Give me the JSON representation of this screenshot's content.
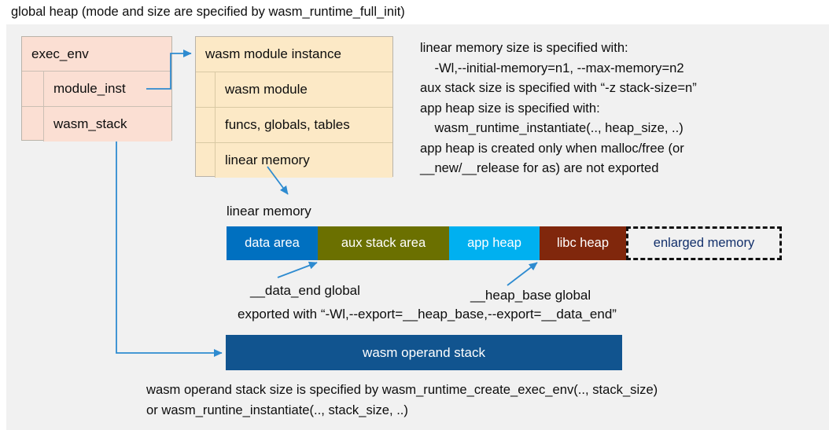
{
  "caption": "global heap (mode and size are specified by wasm_runtime_full_init)",
  "colors": {
    "panel_bg": "#f1f1f1",
    "exec_env_fill": "#fbdfd3",
    "module_instance_fill": "#fce9c6",
    "data_area": "#0070c0",
    "aux_stack_area": "#6b7000",
    "app_heap": "#00b0f0",
    "libc_heap": "#80270c",
    "enlarged_memory_text": "#13306b",
    "operand_stack": "#11548f",
    "connector": "#2e8bd0"
  },
  "exec_env": {
    "title": "exec_env",
    "fields": [
      "module_inst",
      "wasm_stack"
    ]
  },
  "module_instance": {
    "title": "wasm module instance",
    "fields": [
      "wasm module",
      "funcs, globals, tables",
      "linear memory"
    ]
  },
  "notes": {
    "right_block": "linear memory size is specified with:\n    -Wl,--initial-memory=n1, --max-memory=n2\naux stack size is specified with “-z stack-size=n”\napp heap size is specified with:\n    wasm_runtime_instantiate(.., heap_size, ..)\napp heap is created only when malloc/free (or\n__new/__release for as) are not exported"
  },
  "linear_memory": {
    "label": "linear memory",
    "segments": [
      {
        "label": "data area",
        "color": "#0070c0",
        "width": 116
      },
      {
        "label": "aux stack area",
        "color": "#6b7000",
        "width": 167
      },
      {
        "label": "app heap",
        "color": "#00b0f0",
        "width": 115
      },
      {
        "label": "libc heap",
        "color": "#80270c",
        "width": 110
      },
      {
        "label": "enlarged memory",
        "color": "#f1f1f1",
        "width": 198,
        "dashed": true
      }
    ],
    "annotations": {
      "data_end": "__data_end global",
      "heap_base": "__heap_base global",
      "exported_with": "exported with “-Wl,--export=__heap_base,--export=__data_end”"
    }
  },
  "operand_stack": {
    "label": "wasm operand stack",
    "note": "wasm operand stack size is specified by wasm_runtime_create_exec_env(.., stack_size)\nor wasm_runtine_instantiate(.., stack_size, ..)"
  }
}
